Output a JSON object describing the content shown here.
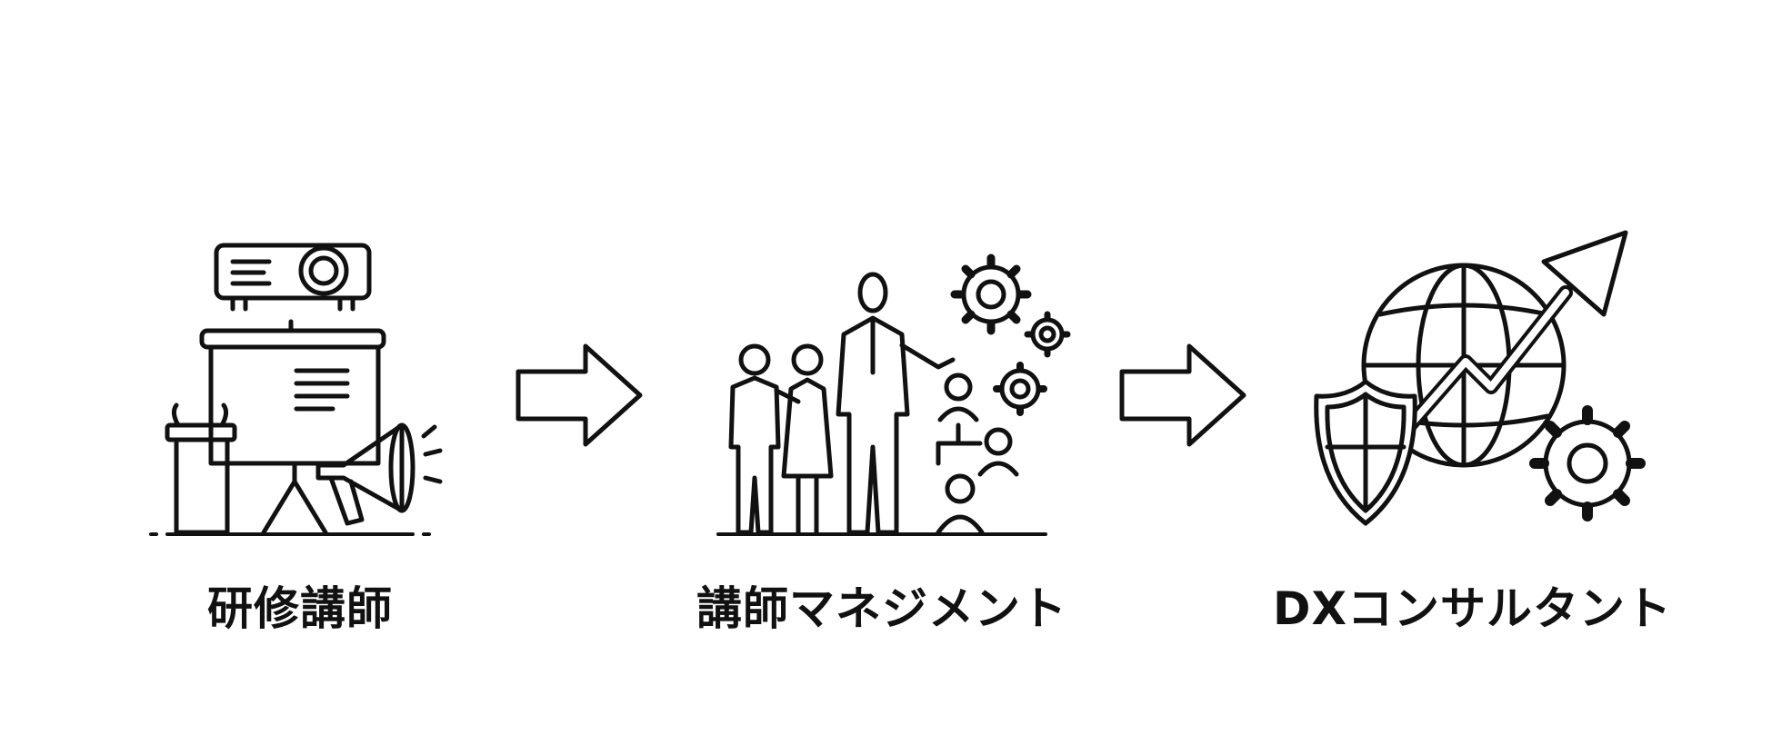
{
  "steps": [
    {
      "label": "研修講師",
      "icon": "presentation-training-icon"
    },
    {
      "label": "講師マネジメント",
      "icon": "team-management-icon"
    },
    {
      "label": "DXコンサルタント",
      "icon": "digital-transformation-icon"
    }
  ],
  "arrows": [
    {
      "icon": "right-arrow-icon"
    },
    {
      "icon": "right-arrow-icon"
    }
  ],
  "colors": {
    "ink": "#111111",
    "background": "#ffffff"
  }
}
